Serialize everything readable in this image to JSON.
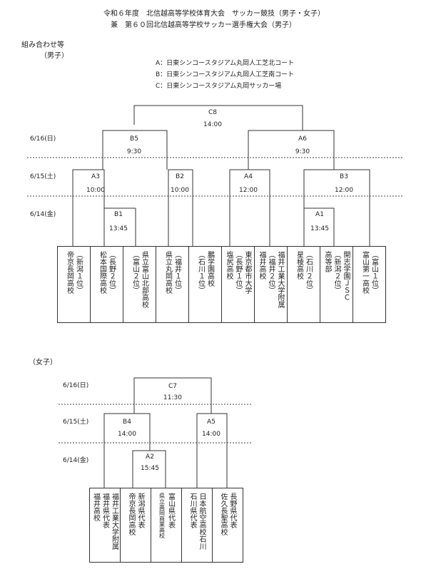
{
  "header": {
    "title_line1": "令和６年度　北信越高等学校体育大会　サッカー競技（男子・女子）",
    "title_line2": "兼　第６０回北信越高等学校サッカー選手権大会（男子）",
    "section_label": "組み合わせ等",
    "boys_label": "（男子）",
    "girls_label": "（女子）"
  },
  "venues": [
    "A：日東シンコースタジアム丸岡人工芝北コート",
    "B：日東シンコースタジアム丸岡人工芝南コート",
    "C：日東シンコースタジアム丸岡サッカー場"
  ],
  "boys": {
    "dates": [
      "6/16(日)",
      "6/15(土)",
      "6/14(金)"
    ],
    "matches": {
      "C8": {
        "id": "C8",
        "time": "14:00"
      },
      "B5": {
        "id": "B5",
        "time": "9:30"
      },
      "A6": {
        "id": "A6",
        "time": "9:30"
      },
      "A3": {
        "id": "A3",
        "time": "10:00"
      },
      "B2": {
        "id": "B2",
        "time": "10:00"
      },
      "A4": {
        "id": "A4",
        "time": "12:00"
      },
      "B3": {
        "id": "B3",
        "time": "12:00"
      },
      "B1": {
        "id": "B1",
        "time": "13:45"
      },
      "A1": {
        "id": "A1",
        "time": "13:45"
      }
    },
    "teams": [
      {
        "cols": [
          "（新潟１位）",
          "帝京長岡高校"
        ]
      },
      {
        "cols": [
          "（長野２位）",
          "松本国際高校"
        ]
      },
      {
        "cols": [
          "県立富山北部高校",
          "（富山２位）"
        ]
      },
      {
        "cols": [
          "（福井１位）",
          "県立丸岡高校"
        ]
      },
      {
        "cols": [
          "鵬学園高校",
          "（石川１位）"
        ]
      },
      {
        "cols": [
          "東京都市大学",
          "（長野１位）",
          "塩尻高校"
        ]
      },
      {
        "cols": [
          "福井工業大学附属",
          "（福井２位）",
          "福井高校"
        ]
      },
      {
        "cols": [
          "（石川２位）",
          "星稜高校"
        ]
      },
      {
        "cols": [
          "開志学園ＪＳＣ",
          "（新潟２位）",
          "高等部"
        ]
      },
      {
        "cols": [
          "（富山１位）",
          "富山第一高校"
        ]
      }
    ]
  },
  "girls": {
    "dates": [
      "6/16(日)",
      "6/15(土)",
      "6/14(金)"
    ],
    "matches": {
      "C7": {
        "id": "C7",
        "time": "11:30"
      },
      "B4": {
        "id": "B4",
        "time": "14:00"
      },
      "A5": {
        "id": "A5",
        "time": "14:00"
      },
      "A2": {
        "id": "A2",
        "time": "15:45"
      }
    },
    "teams": [
      {
        "cols": [
          "福井工業大学附属",
          "福井県代表",
          "福井高校"
        ],
        "small": [
          false,
          false,
          false
        ]
      },
      {
        "cols": [
          "新潟県代表",
          "帝京長岡高校"
        ],
        "small": [
          false,
          false
        ]
      },
      {
        "cols": [
          "富山県代表",
          "県立高岡商業高校"
        ],
        "small": [
          false,
          true
        ]
      },
      {
        "cols": [
          "日本航空高校石川",
          "石川県代表"
        ],
        "small": [
          false,
          false
        ]
      },
      {
        "cols": [
          "長野県代表",
          "佐久長聖高校"
        ],
        "small": [
          false,
          false
        ]
      }
    ]
  }
}
